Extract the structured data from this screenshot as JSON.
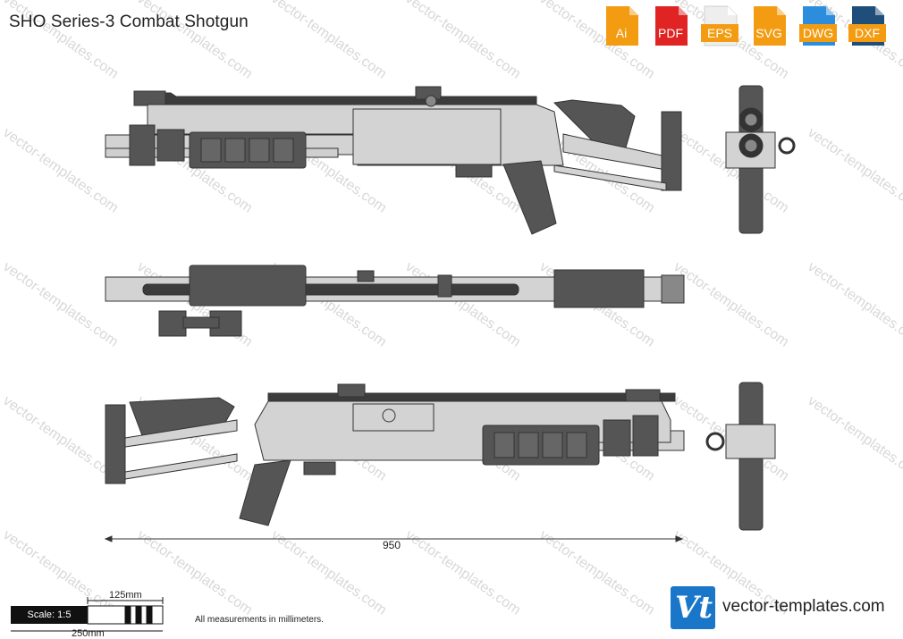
{
  "page": {
    "title": "SHO Series-3 Combat Shotgun"
  },
  "formats": [
    {
      "label": "Ai",
      "color": "#f39c12"
    },
    {
      "label": "PDF",
      "color": "#e02424"
    },
    {
      "label": "EPS",
      "color": "#f0f0f0"
    },
    {
      "label": "SVG",
      "color": "#f39c12"
    },
    {
      "label": "DWG",
      "color": "#2b8ddb"
    },
    {
      "label": "DXF",
      "color": "#1f4e7a"
    }
  ],
  "watermark": {
    "text": "vector-templates.com"
  },
  "dimension": {
    "length": "950"
  },
  "scale": {
    "label": "Scale: 1:5",
    "mid": "125mm",
    "full": "250mm"
  },
  "note": "All measurements in millimeters.",
  "brand": {
    "logo": "Vt",
    "name": "vector-templates.com"
  },
  "colors": {
    "body": "#d3d3d3",
    "dark": "#555555",
    "rail": "#3c3c3c"
  }
}
